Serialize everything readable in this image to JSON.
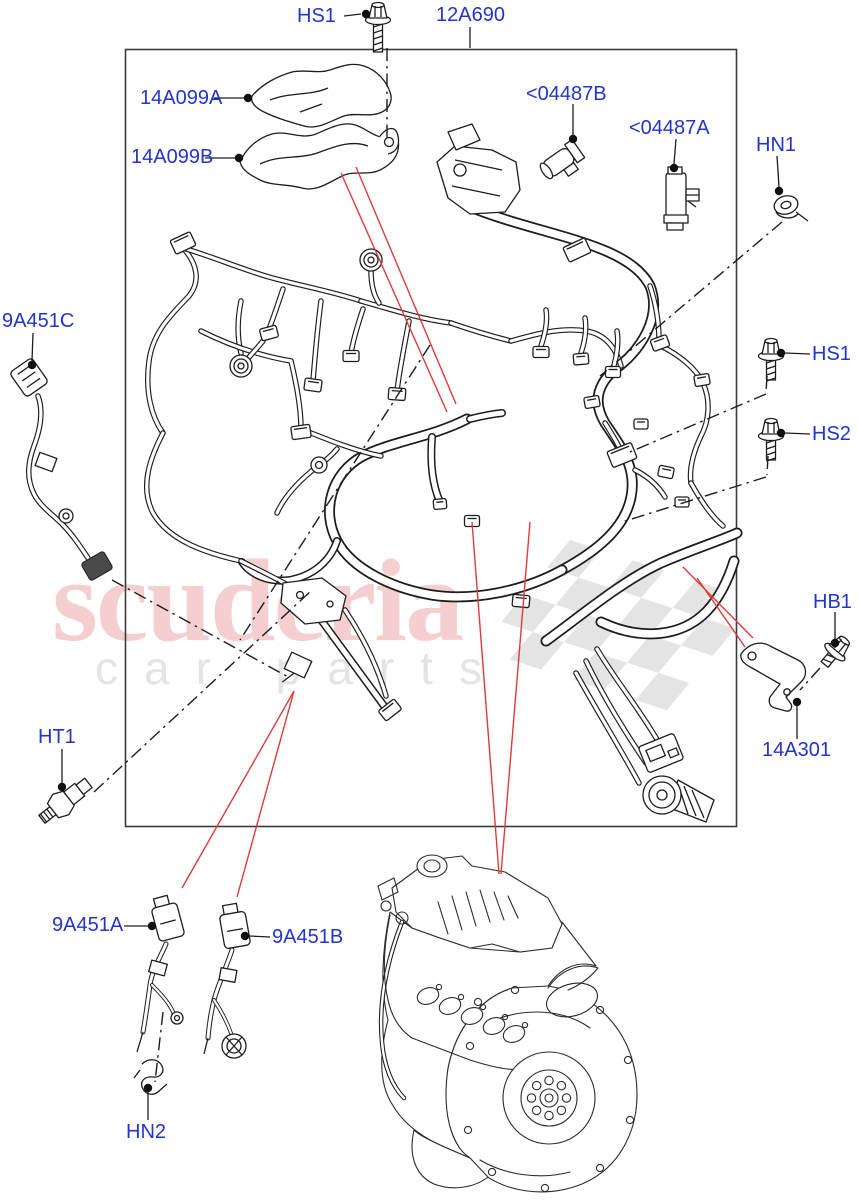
{
  "watermark": {
    "primary": "scuderia",
    "secondary": "car parts"
  },
  "colors": {
    "label_blue": "#2334cb",
    "callout_red": "#e03a3a",
    "watermark_pink": "#f5cfcf",
    "watermark_gray": "#e4e4e4",
    "line_black": "#1d1d1d"
  },
  "labels": [
    {
      "id": "hs1-top",
      "text": "HS1"
    },
    {
      "id": "12a690",
      "text": "12A690"
    },
    {
      "id": "14a099a",
      "text": "14A099A"
    },
    {
      "id": "14a099b",
      "text": "14A099B"
    },
    {
      "id": "04487b",
      "text": "<04487B"
    },
    {
      "id": "04487a",
      "text": "<04487A"
    },
    {
      "id": "hn1",
      "text": "HN1"
    },
    {
      "id": "9a451c",
      "text": "9A451C"
    },
    {
      "id": "hs1-right",
      "text": "HS1"
    },
    {
      "id": "hs2",
      "text": "HS2"
    },
    {
      "id": "hb1",
      "text": "HB1"
    },
    {
      "id": "14a301",
      "text": "14A301"
    },
    {
      "id": "ht1",
      "text": "HT1"
    },
    {
      "id": "9a451a",
      "text": "9A451A"
    },
    {
      "id": "9a451b",
      "text": "9A451B"
    },
    {
      "id": "hn2",
      "text": "HN2"
    }
  ],
  "icons": [
    "bolt-icon-hs1-top",
    "bolt-icon-hs1-right",
    "bolt-icon-hs2",
    "bolt-icon-hb1",
    "nut-icon-hn1",
    "clip-icon-hn2",
    "sensor-icon-ht1",
    "solenoid-icon-04487a",
    "solenoid-icon-04487b",
    "bracket-icon-14a301",
    "heat-shield-14a099a",
    "heat-shield-14a099b",
    "harness-12a690",
    "sensor-cable-9a451a",
    "sensor-cable-9a451b",
    "sensor-cable-9a451c",
    "engine-illustration"
  ]
}
